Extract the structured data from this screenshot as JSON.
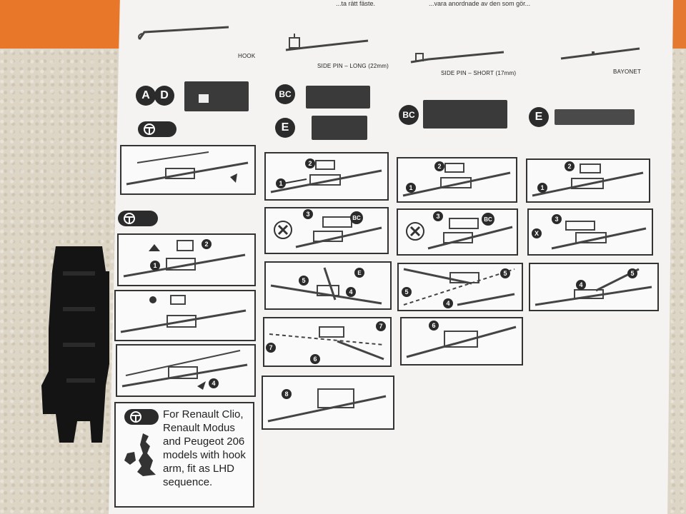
{
  "header_text": {
    "left": "...ta rätt fäste.",
    "right": "...vara anordnade av den som gör..."
  },
  "columns": [
    {
      "type_label": "HOOK",
      "badge": "A D"
    },
    {
      "type_label": "SIDE PIN – LONG (22mm)",
      "badges": [
        "BC",
        "E"
      ]
    },
    {
      "type_label": "SIDE PIN – SHORT (17mm)",
      "badge": "BC"
    },
    {
      "type_label": "BAYONET",
      "badge": "E"
    }
  ],
  "step_numbers": {
    "col1": [
      "1",
      "2",
      "4"
    ],
    "col2": [
      "1",
      "2",
      "3",
      "4",
      "5",
      "6",
      "7",
      "8"
    ],
    "col3": [
      "1",
      "2",
      "3",
      "4",
      "5",
      "6"
    ],
    "col4": [
      "1",
      "2",
      "3",
      "4",
      "5"
    ]
  },
  "inline_labels": {
    "bc": "BC",
    "e": "E",
    "x": "X"
  },
  "note": {
    "text": "For Renault Clio, Renault Modus and Peugeot 206 models with hook arm, fit as LHD sequence."
  },
  "colors": {
    "orange": "#e8772a",
    "ink": "#2b2b2b",
    "paper": "#f4f3f1"
  }
}
